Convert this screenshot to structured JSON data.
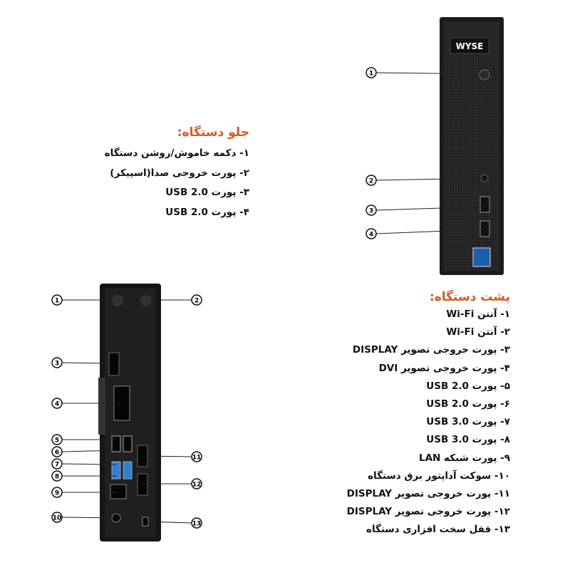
{
  "front": {
    "heading": "جلو دستگاه:",
    "brand_logo": "WYSE",
    "items": [
      "۱- دکمه خاموش/روشن دستگاه",
      "۲-  پورت خروجی صدا(اسپیکر)",
      "۳- پورت USB 2.0",
      "۴- پورت USB 2.0"
    ],
    "callouts": [
      "1",
      "2",
      "3",
      "4"
    ]
  },
  "rear": {
    "heading": "پشت دستگاه:",
    "items": [
      "۱- آنتن Wi-Fi",
      "۲- آنتن Wi-Fi",
      "۳- پورت خروجی تصویر DISPLAY",
      "۴- پورت خروجی تصویر DVI",
      "۵- پورت USB 2.0",
      "۶- پورت USB 2.0",
      "۷- پورت USB 3.0",
      "۸-  پورت USB 3.0",
      "۹- پورت شبکه LAN",
      "۱۰- سوکت آداپتور برق دستگاه",
      "۱۱- پورت خروجی تصویر DISPLAY",
      "۱۲- پورت خروجی تصویر DISPLAY",
      "۱۳- قفل سخت افزاری دستگاه"
    ],
    "callouts": [
      "1",
      "2",
      "3",
      "4",
      "5",
      "6",
      "7",
      "8",
      "9",
      "10",
      "11",
      "12",
      "13"
    ]
  },
  "colors": {
    "heading": "#e0561c",
    "usb3": "#2f7fd6"
  }
}
